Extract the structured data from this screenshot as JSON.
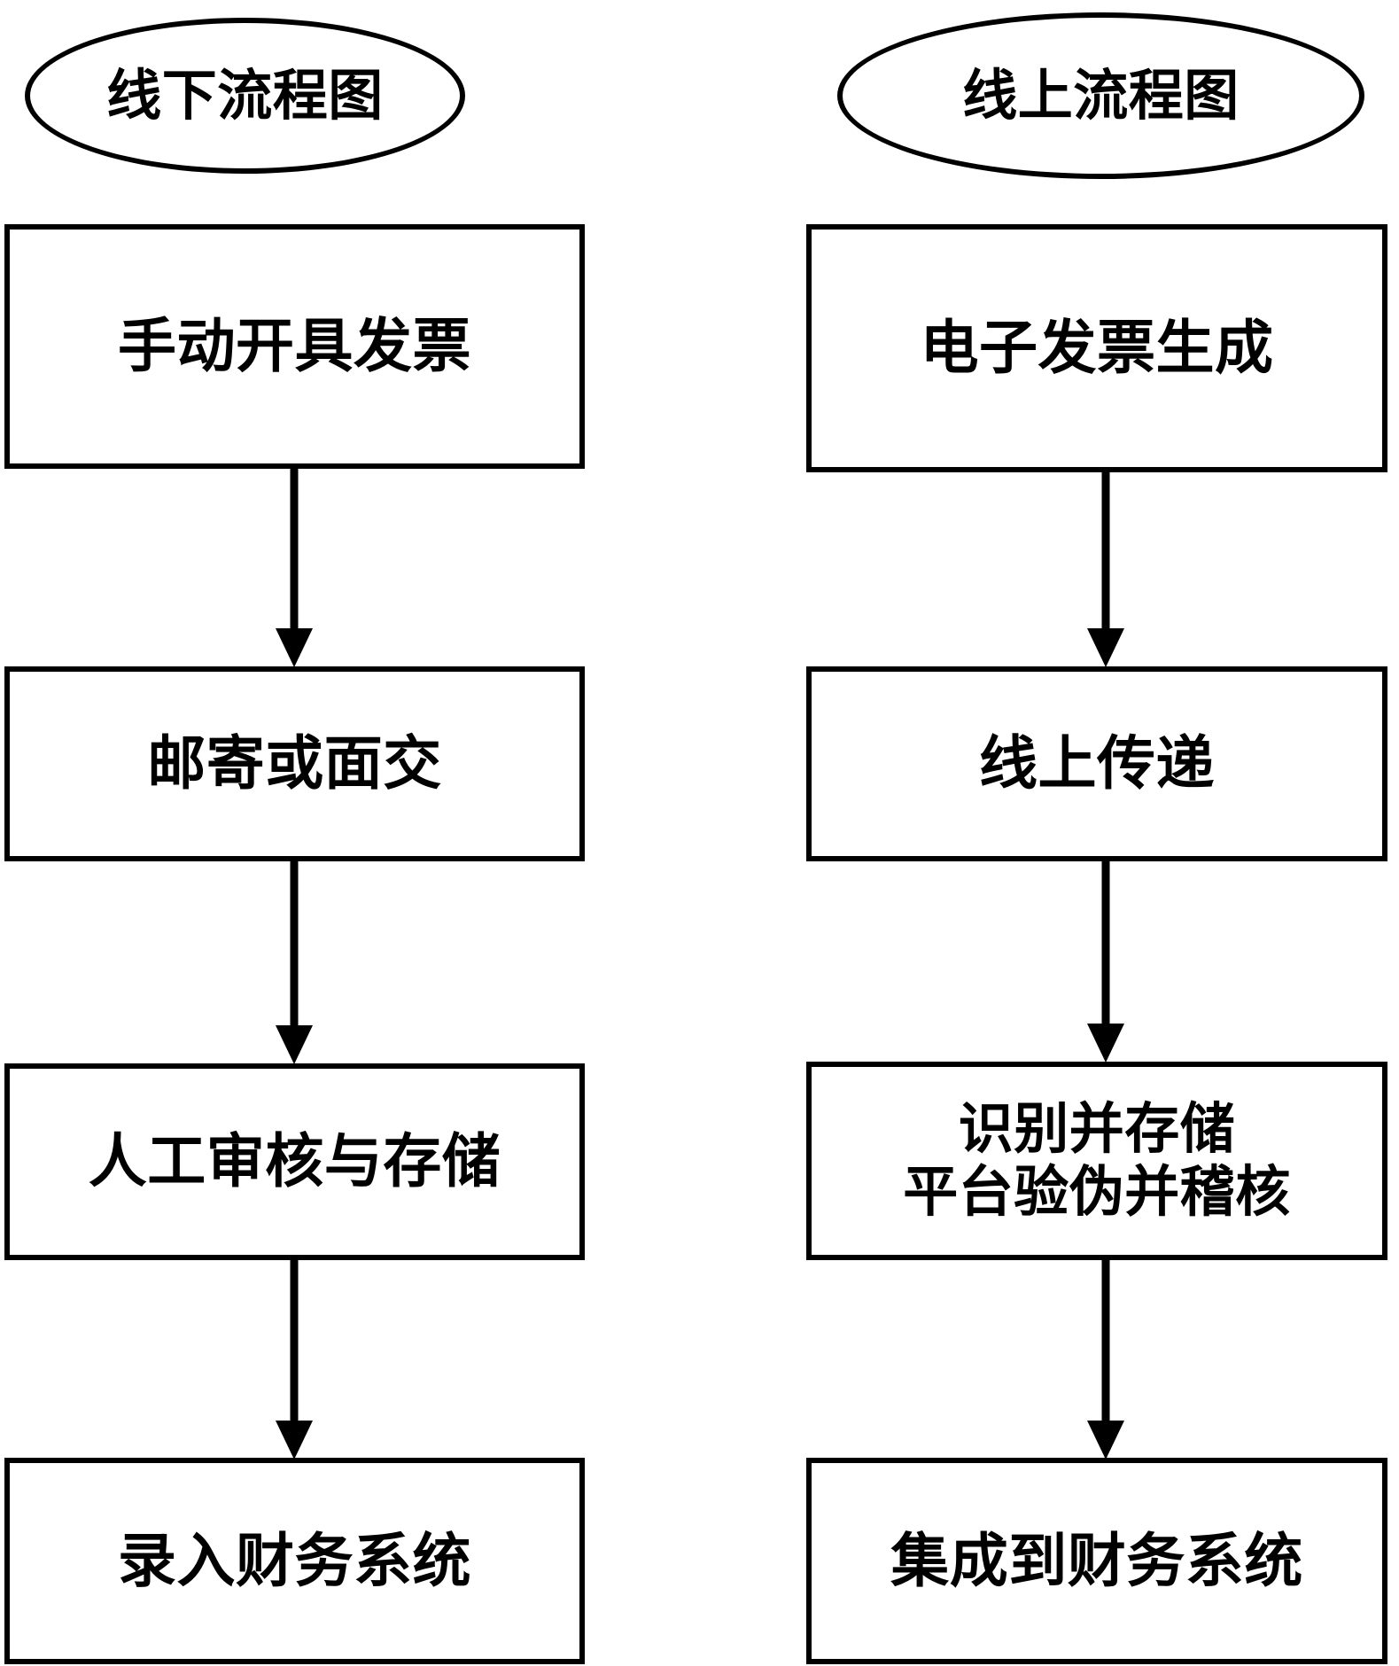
{
  "diagram": {
    "title_left": "线下流程图",
    "title_right": "线上流程图",
    "background_color": "#ffffff",
    "stroke_color": "#000000",
    "text_color": "#000000"
  },
  "lanes": [
    {
      "id": "offline",
      "terminator": {
        "label": "线下流程图"
      },
      "steps": [
        {
          "id": "offline-1",
          "label": "手动开具发票"
        },
        {
          "id": "offline-2",
          "label": "邮寄或面交"
        },
        {
          "id": "offline-3",
          "label": "人工审核与存储"
        },
        {
          "id": "offline-4",
          "label": "录入财务系统"
        }
      ],
      "connectors": [
        {
          "from": "offline-1",
          "to": "offline-2",
          "arrow": "down-arrow"
        },
        {
          "from": "offline-2",
          "to": "offline-3",
          "arrow": "down-arrow"
        },
        {
          "from": "offline-3",
          "to": "offline-4",
          "arrow": "down-arrow"
        }
      ]
    },
    {
      "id": "online",
      "terminator": {
        "label": "线上流程图"
      },
      "steps": [
        {
          "id": "online-1",
          "label": "电子发票生成"
        },
        {
          "id": "online-2",
          "label": "线上传递"
        },
        {
          "id": "online-3",
          "label": "识别并存储\n平台验伪并稽核"
        },
        {
          "id": "online-4",
          "label": "集成到财务系统"
        }
      ],
      "connectors": [
        {
          "from": "online-1",
          "to": "online-2",
          "arrow": "down-arrow"
        },
        {
          "from": "online-2",
          "to": "online-3",
          "arrow": "down-arrow"
        },
        {
          "from": "online-3",
          "to": "online-4",
          "arrow": "down-arrow"
        }
      ]
    }
  ]
}
